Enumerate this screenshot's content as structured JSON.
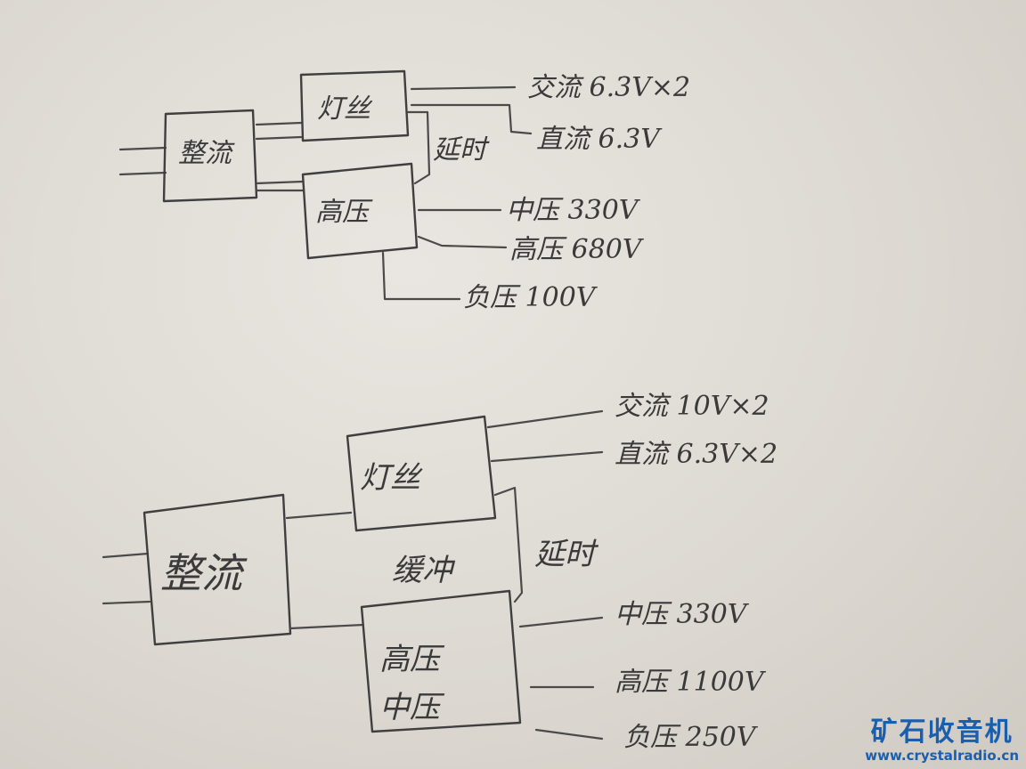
{
  "diagram1": {
    "rectifier": "整流",
    "filament": "灯丝",
    "hv": "高压",
    "delay": "延时",
    "outputs": {
      "ac": "交流 6.3V×2",
      "dc": "直流 6.3V",
      "mid": "中压 330V",
      "high": "高压 680V",
      "neg": "负压 100V"
    }
  },
  "diagram2": {
    "rectifier": "整流",
    "filament": "灯丝",
    "buffer": "缓冲",
    "delay": "延时",
    "hv_line1": "高压",
    "hv_line2": "中压",
    "outputs": {
      "ac": "交流 10V×2",
      "dc": "直流 6.3V×2",
      "mid": "中压 330V",
      "high": "高压 1100V",
      "neg": "负压 250V"
    }
  },
  "watermark": {
    "title": "矿石收音机",
    "url": "www.crystalradio.cn"
  }
}
